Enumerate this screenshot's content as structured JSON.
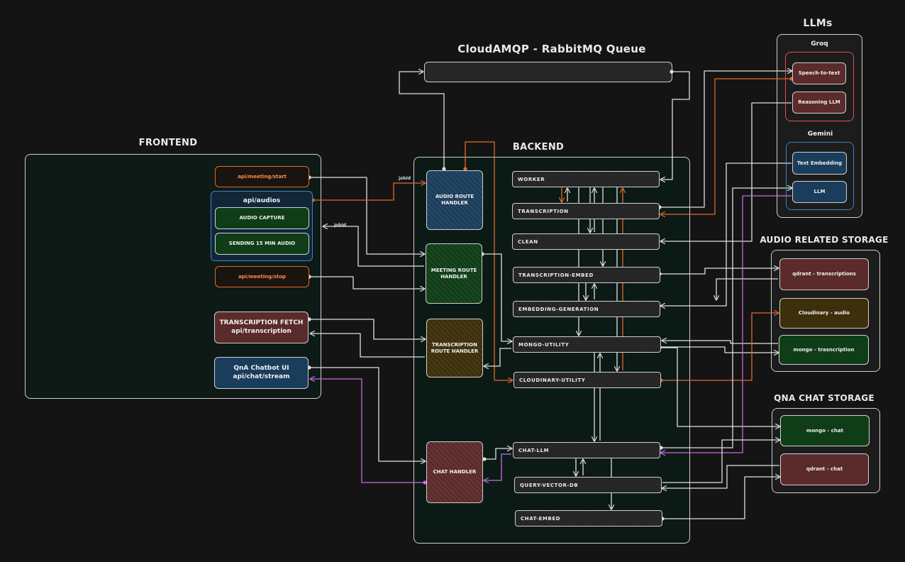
{
  "sections": {
    "queue_title": "CloudAMQP - RabbitMQ Queue",
    "frontend_title": "FRONTEND",
    "backend_title": "BACKEND",
    "llms_title": "LLMs",
    "audio_storage_title": "AUDIO RELATED STORAGE",
    "qna_storage_title": "QNA CHAT STORAGE"
  },
  "frontend": {
    "meeting_start": "api/meeting/start",
    "audios_title": "api/audios",
    "audio_capture": "AUDIO CAPTURE",
    "sending_audio": "SENDING 15 MIN AUDIO",
    "meeting_stop": "api/meeting/stop",
    "transcription_fetch_title": "TRANSCRIPTION FETCH",
    "transcription_fetch_api": "api/transcription",
    "chatbot_title": "QnA Chatbot UI",
    "chatbot_api": "api/chat/stream"
  },
  "handlers": {
    "audio": "AUDIO ROUTE HANDLER",
    "meeting": "MEETING ROUTE HANDLER",
    "transcription": "TRANSCRIPTION ROUTE HANDLER",
    "chat": "CHAT HANDLER"
  },
  "services": {
    "worker": "WORKER",
    "transcription": "TRANSCRIPTION",
    "clean": "CLEAN",
    "transcription_embed": "TRANSCRIPTION-EMBED",
    "embedding_generation": "EMBEDDING-GENERATION",
    "mongo_utility": "MONGO-UTILITY",
    "cloudinary_utility": "CLOUDINARY-UTILITY",
    "chat_llm": "CHAT-LLM",
    "query_vector_db": "QUERY-VECTOR-DB",
    "chat_embed": "CHAT-EMBED"
  },
  "labels": {
    "jobid_1": "jobId",
    "jobid_2": "jobId"
  },
  "llms": {
    "groq": "Groq",
    "speech_to_text": "Speech-to-text",
    "reasoning_llm": "Reasoning LLM",
    "gemini": "Gemini",
    "text_embedding": "Text Embedding",
    "llm": "LLM"
  },
  "audio_storage": {
    "qdrant_transcriptions": "qdrant - transcriptions",
    "cloudinary_audio": "Cloudinary - audio",
    "mongo_transcription": "mongo - trasncription"
  },
  "qna_storage": {
    "mongo_chat": "mongo - chat",
    "qdrant_chat": "qdrant - chat"
  },
  "colors": {
    "orange": "#e06a2a",
    "purple": "#c86be0",
    "white": "#e0e0e0",
    "green_fill": "#0f3d17",
    "blue_fill": "#1b3d5c",
    "red_fill": "#5b2a2a",
    "brown_fill": "#3d2f0a"
  }
}
